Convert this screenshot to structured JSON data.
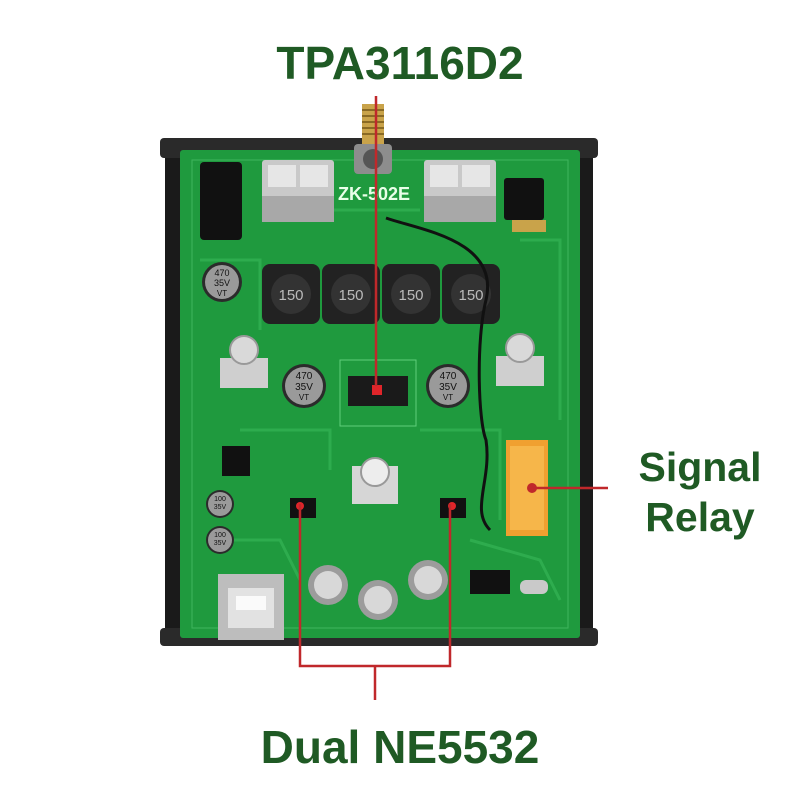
{
  "callouts": {
    "amplifier_chip": "TPA3116D2",
    "relay_line1": "Signal",
    "relay_line2": "Relay",
    "opamp": "Dual NE5532"
  },
  "board_markings": {
    "model": "ZK-502E",
    "inductor": "150",
    "cap_large_value": "470",
    "cap_large_voltage": "35V",
    "cap_small_value": "100",
    "cap_small_voltage": "35V",
    "cap_series": "VT"
  },
  "colors": {
    "callout_text": "#1f5a24",
    "callout_line": "#c0282b",
    "pcb_green": "#1f9a3e",
    "enclosure": "#1a1a1a"
  }
}
